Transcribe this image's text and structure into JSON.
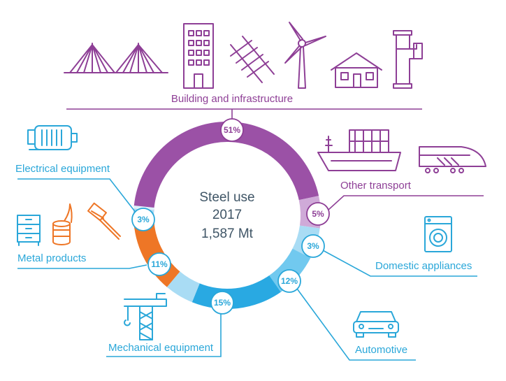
{
  "chart_data": {
    "type": "pie",
    "center_label": [
      "Steel use",
      "2017",
      "1,587 Mt"
    ],
    "slices": [
      {
        "label": "Building and infrastructure",
        "value": 51,
        "display": "51%",
        "color": "#9b51a6"
      },
      {
        "label": "Other transport",
        "value": 5,
        "display": "5%",
        "color": "#cfaad8"
      },
      {
        "label": "Domestic appliances",
        "value": 3,
        "display": "3%",
        "color": "#a9dcf4"
      },
      {
        "label": "Automotive",
        "value": 12,
        "display": "12%",
        "color": "#71c9ef"
      },
      {
        "label": "Mechanical equipment",
        "value": 15,
        "display": "15%",
        "color": "#29a9e2"
      },
      {
        "label": "Metal products",
        "value": 11,
        "display": "11%",
        "color": "#ee7626"
      },
      {
        "label": "Electrical equipment",
        "value": 3,
        "display": "3%",
        "color": "#b5e1f5"
      }
    ],
    "sectors": [
      "#9b51a6",
      "#cfaad8",
      "#a9dcf4",
      "#71c9ef",
      "#29a9e2",
      "#a9dcf4",
      "#ee7626",
      "#a9dcf4",
      "#dff1fb"
    ]
  },
  "colors": {
    "purple": "#8e3f96",
    "blue": "#2aa7d9",
    "orange": "#ee7626",
    "dark": "#3f5566"
  },
  "icons": [
    "bridge-icon",
    "building-icon",
    "railway-track-icon",
    "wind-turbine-icon",
    "house-icon",
    "pipe-icon",
    "cargo-ship-icon",
    "train-icon",
    "washing-machine-icon",
    "car-icon",
    "crane-icon",
    "drawers-icon",
    "tin-can-icon",
    "razor-icon",
    "motor-icon"
  ]
}
